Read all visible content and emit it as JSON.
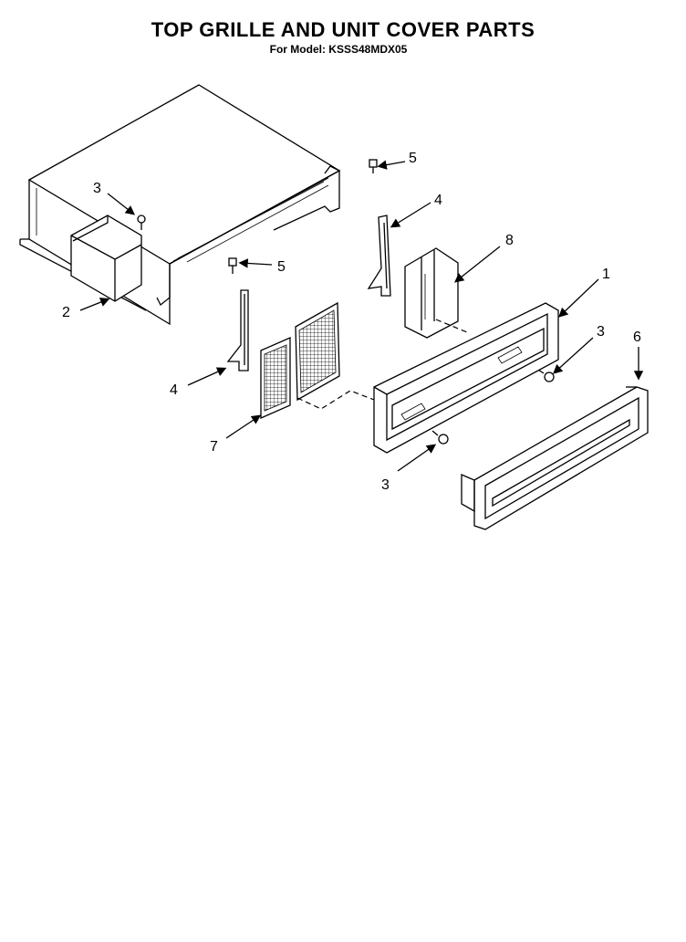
{
  "title": "TOP GRILLE AND UNIT COVER PARTS",
  "subtitle": "For Model: KSSS48MDX05",
  "callouts": [
    {
      "id": "c3a",
      "label": "3"
    },
    {
      "id": "c2",
      "label": "2"
    },
    {
      "id": "c5a",
      "label": "5"
    },
    {
      "id": "c4a",
      "label": "4"
    },
    {
      "id": "c5b",
      "label": "5"
    },
    {
      "id": "c4b",
      "label": "4"
    },
    {
      "id": "c8",
      "label": "8"
    },
    {
      "id": "c1",
      "label": "1"
    },
    {
      "id": "c3b",
      "label": "3"
    },
    {
      "id": "c6",
      "label": "6"
    },
    {
      "id": "c7",
      "label": "7"
    },
    {
      "id": "c3c",
      "label": "3"
    }
  ]
}
